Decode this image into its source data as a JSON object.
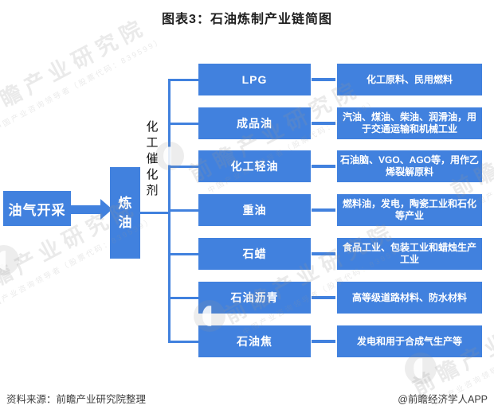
{
  "title": "图表3：石油炼制产业链简图",
  "colors": {
    "primary_blue": "#4181DE",
    "title_text": "#1f1f1f",
    "footer_text": "#3d3d3d"
  },
  "flow": {
    "source_node": "油气开采",
    "process_node": "炼油",
    "catalyst_label": "化工催化剂",
    "rows": [
      {
        "product": "LPG",
        "use": "化工原料、民用燃料"
      },
      {
        "product": "成品油",
        "use": "汽油、煤油、柴油、润滑油，用于交通运输和机械工业"
      },
      {
        "product": "化工轻油",
        "use": "石油脑、VGO、AGO等，用作乙烯裂解原料"
      },
      {
        "product": "重油",
        "use": "燃料油，发电，陶瓷工业和石化等产业"
      },
      {
        "product": "石蜡",
        "use": "食品工业、包装工业和蜡烛生产工业"
      },
      {
        "product": "石油沥青",
        "use": "高等级道路材料、防水材料"
      },
      {
        "product": "石油焦",
        "use": "发电和用于合成气生产等"
      }
    ]
  },
  "footer": {
    "source": "资料来源：前瞻产业研究院整理",
    "credit": "@前瞻经济学人APP"
  },
  "watermark": {
    "text": "前瞻产业研究院",
    "subtext": "中国产业咨询领导者（股票代码：839599）"
  }
}
